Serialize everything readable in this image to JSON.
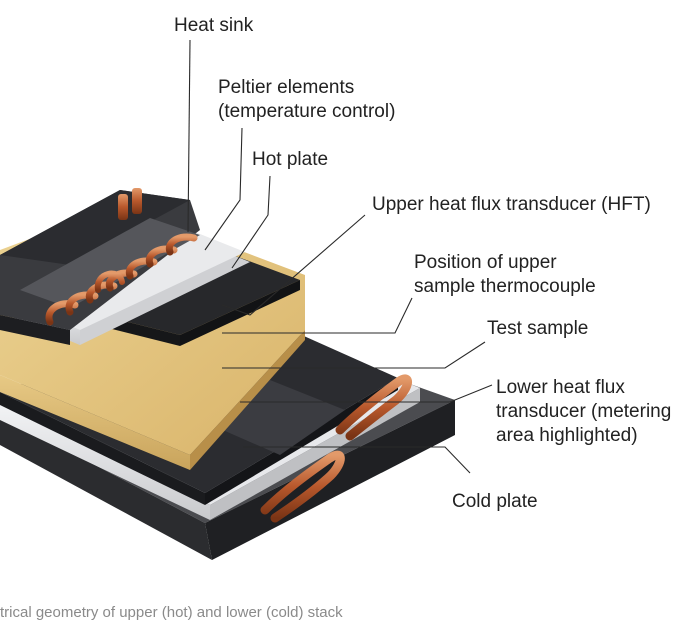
{
  "labels": {
    "heat_sink": "Heat sink",
    "peltier_line1": "Peltier elements",
    "peltier_line2": "(temperature control)",
    "hot_plate": "Hot plate",
    "upper_hft": "Upper heat flux transducer (HFT)",
    "position_line1": "Position of upper",
    "position_line2": "sample thermocouple",
    "test_sample": "Test sample",
    "lower_hft_line1": "Lower heat flux",
    "lower_hft_line2": "transducer (metering",
    "lower_hft_line3": "area highlighted)",
    "cold_plate": "Cold plate"
  },
  "caption": "trical geometry of upper (hot) and lower (cold) stack",
  "colors": {
    "base_plate": "#3a3b3e",
    "cold_plate": "#e6e7ea",
    "lower_hft": "#232427",
    "test_sample": "#e2c47e",
    "upper_hft": "#202124",
    "hot_plate": "#e8e9ec",
    "peltier": "#47484c",
    "heat_sink": "#2f3034",
    "copper": "#c0673a",
    "leader_line": "#2a2a2a",
    "caption_text": "#8a8a8a"
  }
}
